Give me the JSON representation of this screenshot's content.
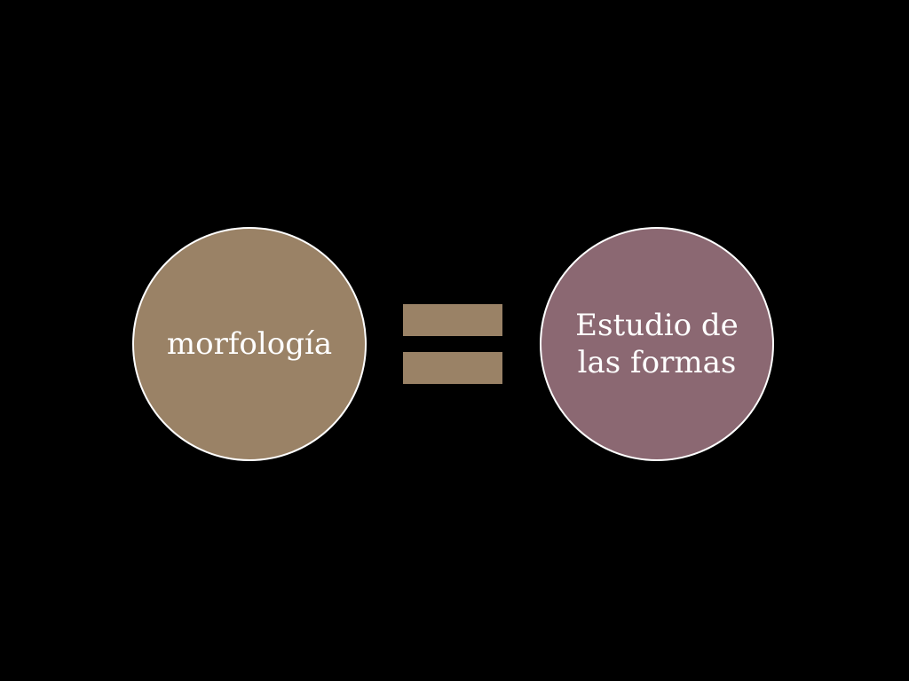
{
  "diagram": {
    "left_term": {
      "text": "morfología",
      "fill": "#9a8266"
    },
    "operator": {
      "symbol": "=",
      "icon": "equals-icon",
      "fill": "#9a8266"
    },
    "right_term": {
      "lines": [
        "Estudio de",
        "las formas"
      ],
      "fill": "#8b6872"
    },
    "outline_color": "#ffffff",
    "background": "#000000"
  }
}
